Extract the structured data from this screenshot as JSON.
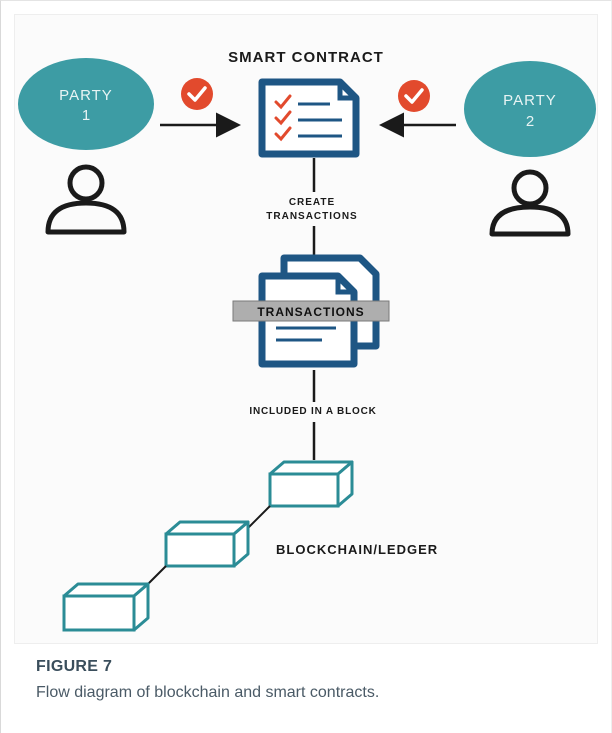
{
  "diagram": {
    "title": "SMART CONTRACT",
    "party_left": {
      "line1": "PARTY",
      "line2": "1"
    },
    "party_right": {
      "line1": "PARTY",
      "line2": "2"
    },
    "step_create": {
      "line1": "CREATE",
      "line2": "TRANSACTIONS"
    },
    "transactions_label": "TRANSACTIONS",
    "step_included": "INCLUDED IN A BLOCK",
    "blockchain_label": "BLOCKCHAIN/LEDGER",
    "colors": {
      "teal": "#3d9ca4",
      "teal_text": "#e8f4f4",
      "navy": "#1e5684",
      "check_red": "#e24a2d",
      "dark": "#1a1a1a",
      "block_stroke": "#2b8c96",
      "banner_gray": "#aeaeae"
    }
  },
  "caption": {
    "label": "FIGURE 7",
    "text": "Flow diagram of blockchain and smart contracts."
  }
}
